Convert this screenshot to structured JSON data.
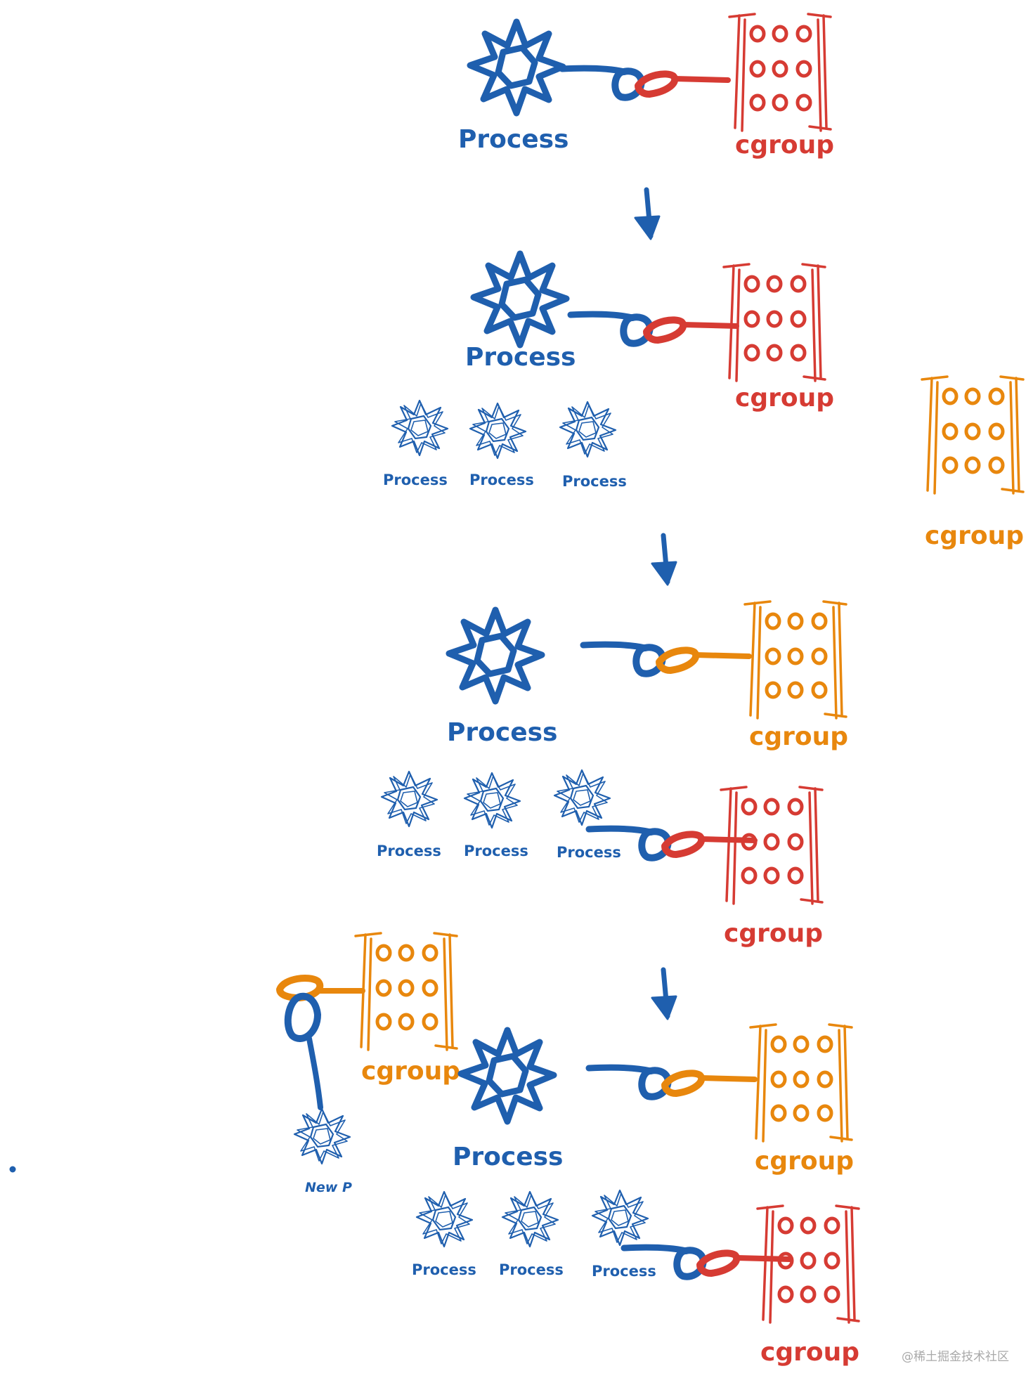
{
  "labels": {
    "process": "Process",
    "cgroup": "cgroup",
    "new_process": "New P"
  },
  "watermark": "@稀土掘金技术社区",
  "colors": {
    "process_blue": "#1f5fae",
    "cgroup_red": "#d63b33",
    "cgroup_orange": "#e8870d",
    "background": "#ffffff",
    "watermark_gray": "#a9a9a9"
  },
  "icons": [
    "star-process-icon",
    "cgroup-box-icon",
    "link-connector-icon",
    "down-arrow-icon"
  ]
}
